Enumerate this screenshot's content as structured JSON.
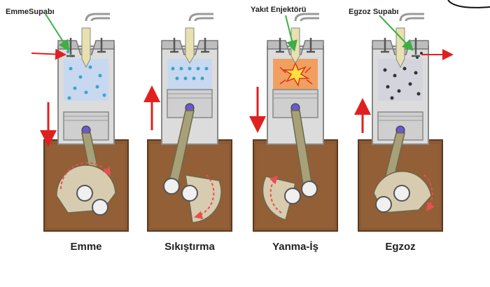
{
  "callouts": {
    "intake_valve": "EmmeSupabı",
    "fuel_injector": "Yakıt Enjektörü",
    "exhaust_valve": "Egzoz Supabı"
  },
  "stages": [
    {
      "label": "Emme"
    },
    {
      "label": "Sıkıştırma"
    },
    {
      "label": "Yanma-İş"
    },
    {
      "label": "Egzoz"
    }
  ],
  "colors": {
    "crankcase": "#8b5a34",
    "crankcase_dark": "#6b4226",
    "cylinder_wall": "#dcdcdc",
    "chamber_gas": "#c8d8f0",
    "chamber_exhaust": "#d4d4dc",
    "combustion": "#f0a060",
    "piston": "#cfcfcf",
    "rod": "#a8a078",
    "arrow_red": "#e02020",
    "arrow_green": "#3cb043",
    "fuel_dots": "#3aa6c8",
    "exhaust_dots": "#333333"
  }
}
